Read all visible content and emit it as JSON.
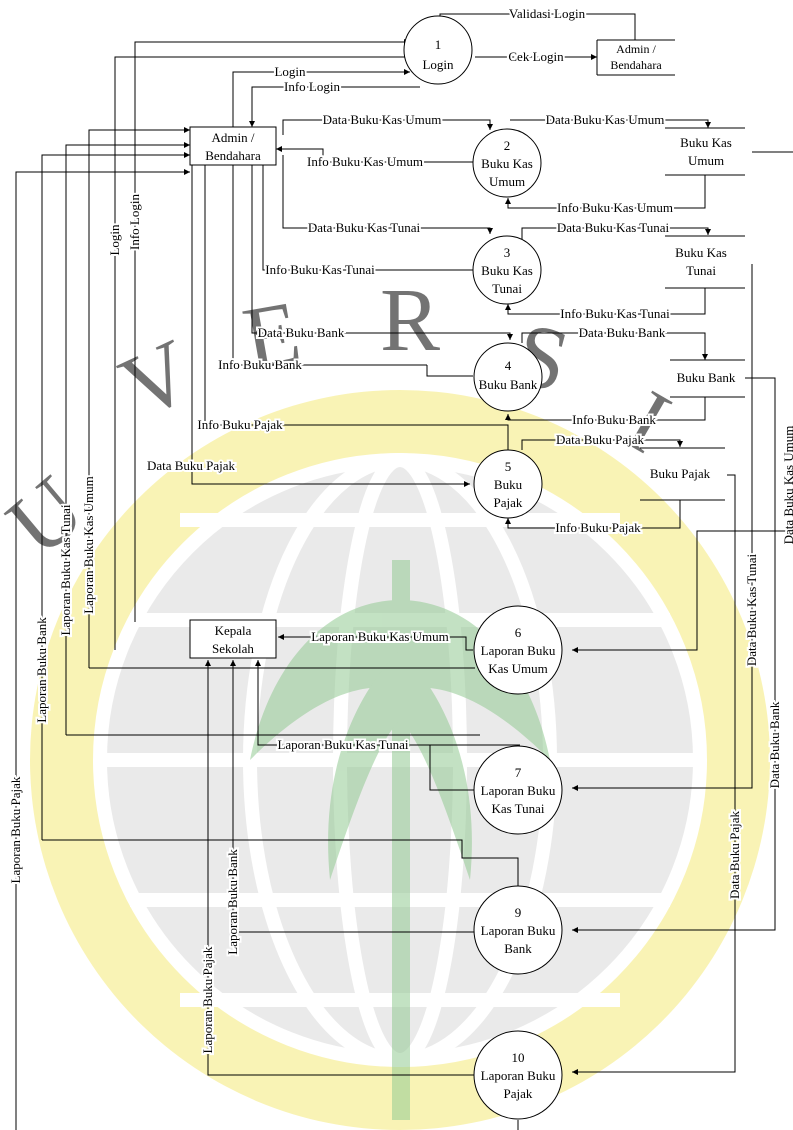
{
  "processes": {
    "p1": {
      "num": "1",
      "lines": [
        "Login"
      ]
    },
    "p2": {
      "num": "2",
      "lines": [
        "Buku Kas",
        "Umum"
      ]
    },
    "p3": {
      "num": "3",
      "lines": [
        "Buku Kas",
        "Tunai"
      ]
    },
    "p4": {
      "num": "4",
      "lines": [
        "Buku Bank"
      ]
    },
    "p5": {
      "num": "5",
      "lines": [
        "Buku",
        "Pajak"
      ]
    },
    "p6": {
      "num": "6",
      "lines": [
        "Laporan Buku",
        "Kas Umum"
      ]
    },
    "p7": {
      "num": "7",
      "lines": [
        "Laporan Buku",
        "Kas Tunai"
      ]
    },
    "p9": {
      "num": "9",
      "lines": [
        "Laporan Buku",
        "Bank"
      ]
    },
    "p10": {
      "num": "10",
      "lines": [
        "Laporan Buku",
        "Pajak"
      ]
    }
  },
  "entities": {
    "admin": [
      "Admin /",
      "Bendahara"
    ],
    "kepala": [
      "Kepala",
      "Sekolah"
    ]
  },
  "stores": {
    "admin_store": [
      "Admin /",
      "Bendahara"
    ],
    "kas_umum": [
      "Buku Kas",
      "Umum"
    ],
    "kas_tunai": [
      "Buku Kas",
      "Tunai"
    ],
    "bank": [
      "Buku Bank"
    ],
    "pajak": [
      "Buku Pajak"
    ]
  },
  "flows": {
    "validasi_login": "Validasi Login",
    "cek_login": "Cek Login",
    "login": "Login",
    "info_login": "Info Login",
    "data_kas_umum": "Data Buku Kas Umum",
    "info_kas_umum": "Info Buku Kas Umum",
    "data_kas_tunai": "Data Buku Kas Tunai",
    "info_kas_tunai": "Info Buku Kas Tunai",
    "data_bank": "Data Buku Bank",
    "info_bank": "Info Buku Bank",
    "data_pajak": "Data Buku Pajak",
    "info_pajak": "Info Buku Pajak",
    "lap_kas_umum": "Laporan Buku Kas Umum",
    "lap_kas_tunai": "Laporan Buku Kas Tunai",
    "lap_bank": "Laporan Buku Bank",
    "lap_pajak": "Laporan Buku Pajak"
  },
  "colors": {
    "ink": "#000000",
    "watermark_yellow": "#f5ea78",
    "watermark_green": "#3a9e3a",
    "watermark_grey": "#c8c8c8"
  }
}
